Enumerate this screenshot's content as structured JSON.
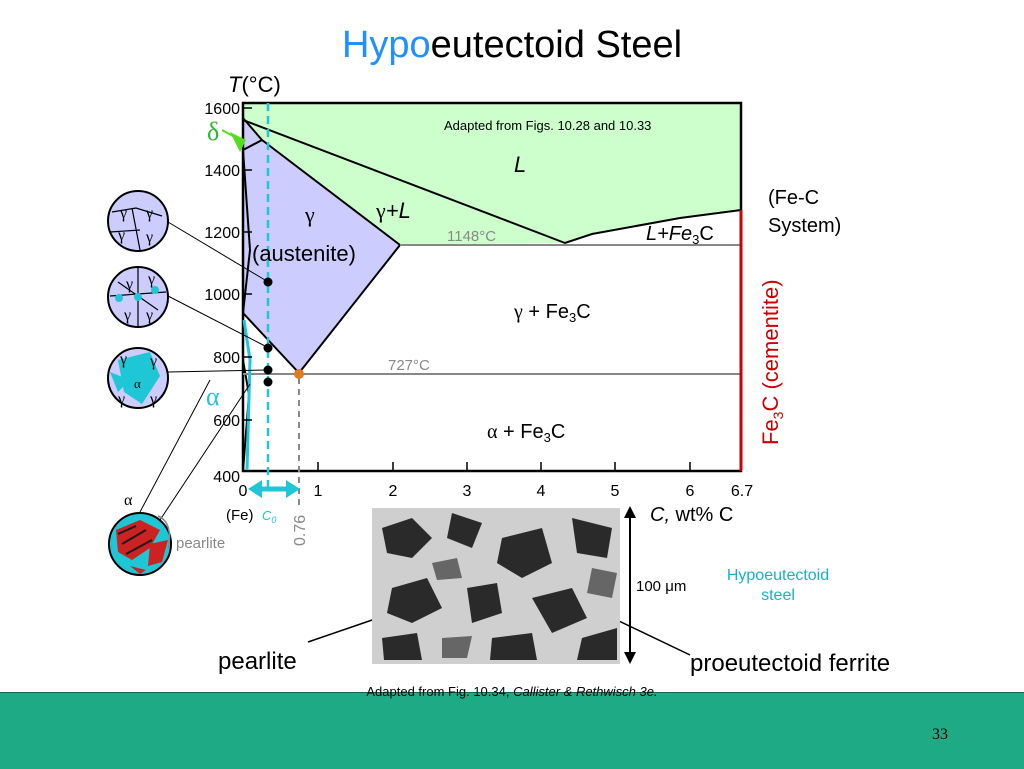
{
  "title": {
    "highlight": "Hypo",
    "rest": "eutectoid Steel"
  },
  "axis": {
    "y_label_italic": "T",
    "y_label_unit": "(°C)",
    "y_ticks": [
      "1600",
      "1400",
      "1200",
      "1000",
      "800",
      "600",
      "400"
    ],
    "x_ticks": [
      "0",
      "1",
      "2",
      "3",
      "4",
      "5",
      "6",
      "6.7"
    ],
    "x_label_italic": "C,",
    "x_label_rest": " wt% C",
    "fe_label": "(Fe)",
    "c0_label": "C",
    "c0_sub": "0",
    "eutectoid_comp": "0.76"
  },
  "annotations": {
    "adapted_top": "Adapted from Figs. 10.28 and 10.33",
    "liquid": "L",
    "gamma_plus_l_greek": "γ",
    "gamma_plus_l_rest": "+L",
    "austenite_greek": "γ",
    "austenite_word": "(austenite)",
    "temp_1148": "1148°C",
    "temp_727": "727°C",
    "l_fe3c": "L+Fe",
    "l_fe3c_sub": "3",
    "l_fe3c_end": "C",
    "gamma_fe3c_greek": "γ",
    "gamma_fe3c_rest": " + Fe",
    "gamma_fe3c_sub": "3",
    "gamma_fe3c_end": "C",
    "alpha_fe3c_greek": "α",
    "alpha_fe3c_rest": " + Fe",
    "alpha_fe3c_sub": "3",
    "alpha_fe3c_end": "C",
    "delta": "δ",
    "alpha": "α",
    "system_line1": "(Fe-C",
    "system_line2": "System)",
    "cementite_a": "Fe",
    "cementite_sub": "3",
    "cementite_b": "C (cementite)",
    "alpha_small": "α",
    "pearlite_small": "pearlite",
    "gamma": "γ"
  },
  "micrograph": {
    "scale": "100 μm",
    "hypo_line1": "Hypoeutectoid",
    "hypo_line2": "steel",
    "pearlite_label": "pearlite",
    "ferrite_label": "proeutectoid ferrite"
  },
  "credit": {
    "text": "Adapted from Fig. 10.34, ",
    "italic": "Callister & Rethwisch 3e."
  },
  "page_number": "33",
  "colors": {
    "liquid": "#ccffcc",
    "austenite": "#ccccff",
    "cyan": "#1fc6d6",
    "cementite_red": "#cc0000",
    "footer": "#1faa86",
    "title_highlight": "#1e90ff"
  }
}
